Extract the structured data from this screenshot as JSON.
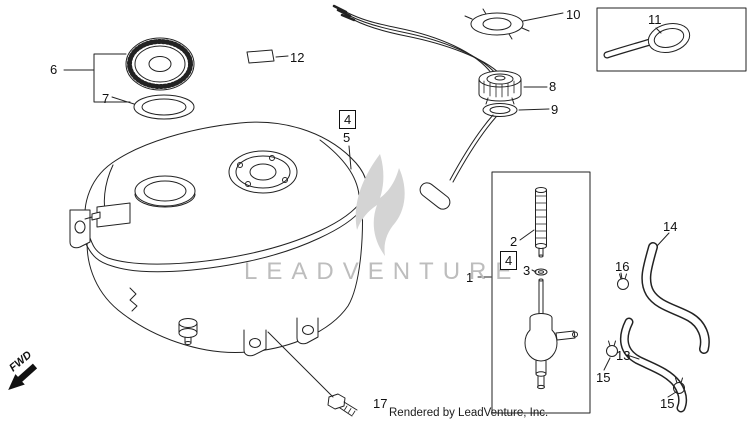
{
  "diagram": {
    "watermark": "LEADVENTURE",
    "footer": "Rendered by LeadVenture, Inc.",
    "fwd_label": "FWD",
    "line_color": "#222222",
    "watermark_color": "#bdbdbd",
    "callouts": [
      {
        "number": "6"
      },
      {
        "number": "7"
      },
      {
        "number": "12"
      },
      {
        "number": "10"
      },
      {
        "number": "11"
      },
      {
        "number": "8"
      },
      {
        "number": "9"
      },
      {
        "number": "4"
      },
      {
        "number": "5"
      },
      {
        "number": "1"
      },
      {
        "number": "2"
      },
      {
        "number": "4"
      },
      {
        "number": "3"
      },
      {
        "number": "14"
      },
      {
        "number": "16"
      },
      {
        "number": "13"
      },
      {
        "number": "15"
      },
      {
        "number": "15"
      },
      {
        "number": "17"
      }
    ]
  }
}
